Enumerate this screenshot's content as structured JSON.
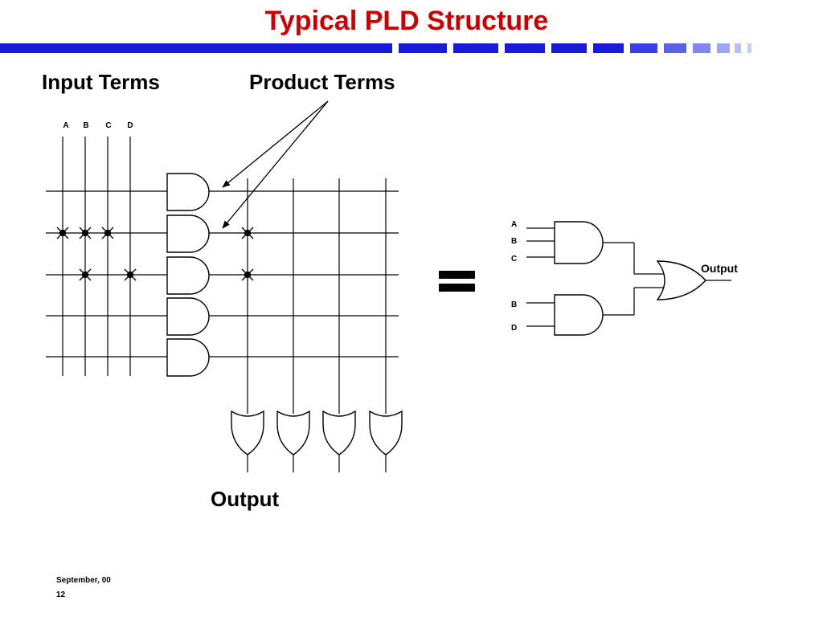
{
  "slide": {
    "title": "Typical PLD Structure",
    "title_color": "#cc0000",
    "bar_color": "#1a1adb",
    "bar_fade_color": "#b8c0f0"
  },
  "labels": {
    "input_terms": "Input Terms",
    "product_terms": "Product Terms",
    "output": "Output"
  },
  "pld": {
    "inputs": [
      "A",
      "B",
      "C",
      "D"
    ]
  },
  "equivalent": {
    "equals_symbol": "=",
    "gate1_inputs": [
      "A",
      "B",
      "C"
    ],
    "gate2_inputs": [
      "B",
      "D"
    ],
    "output_label": "Output"
  },
  "footer": {
    "date": "September, 00",
    "page": "12"
  }
}
